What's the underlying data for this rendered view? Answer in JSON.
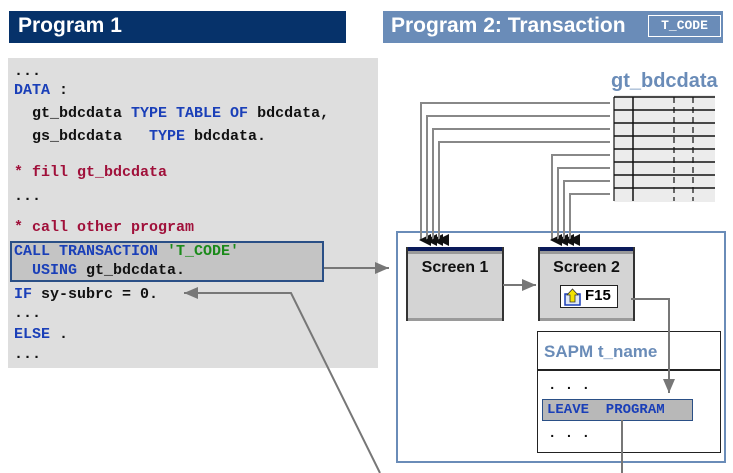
{
  "headers": {
    "program1_title": "Program 1",
    "program2_title": "Program 2: Transaction",
    "program2_tcode": "T_CODE"
  },
  "program1_code": {
    "line1": "...",
    "data_kw": "DATA",
    "data_colon": " :",
    "decl1_var": "  gt_bdcdata ",
    "decl1_kw": "TYPE TABLE OF",
    "decl1_type": " bdcdata,",
    "decl2_var": "  gs_bdcdata   ",
    "decl2_kw": "TYPE",
    "decl2_type": " bdcdata.",
    "comment1": "* fill gt_bdcdata",
    "line_dots2": "...",
    "comment2": "* call other program",
    "call_kw": "CALL TRANSACTION ",
    "call_str": "'T_CODE'",
    "using_kw": "  USING",
    "using_var": " gt_bdcdata.",
    "if_kw": "IF",
    "if_rest": " sy-subrc = 0.",
    "line_dots3": "...",
    "else_kw": "ELSE",
    "else_dot": " .",
    "line_dots4": "..."
  },
  "bdcdata_table": {
    "label": "gt_bdcdata",
    "row_count": 8
  },
  "program2": {
    "screen1_title": "Screen 1",
    "screen2_title": "Screen 2",
    "function_key": "F15",
    "function_icon": "exit-up-arrow-icon",
    "module_pool_title": "SAPM t_name",
    "module_dots_before": ". . .",
    "leave_statement": "LEAVE  PROGRAM",
    "module_dots_after": ". . ."
  },
  "colors": {
    "program1_header": "#06326a",
    "program2_header": "#6a8cb8",
    "keyword": "#1a3fb8",
    "comment": "#a0103a",
    "string": "#1a8a1a",
    "code_background": "#dedede"
  }
}
